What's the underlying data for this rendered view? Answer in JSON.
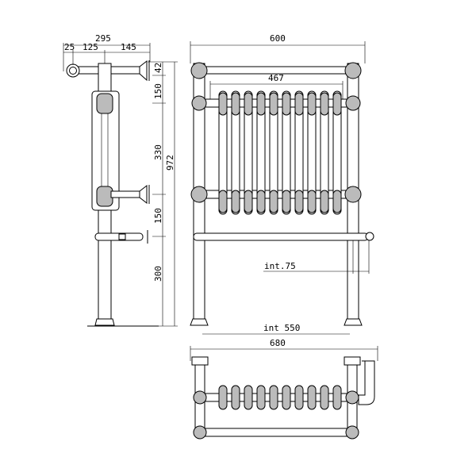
{
  "side_view": {
    "overall_depth": "295",
    "offset_wall": "25",
    "offset_mid": "125",
    "offset_end": "145",
    "bracket_height": "42",
    "top_spacing": "150",
    "radiator_height": "330",
    "overall_height": "972",
    "lower_spacing": "150",
    "leg_height": "300"
  },
  "front_view": {
    "overall_width": "600",
    "radiator_width": "467",
    "valve_offset": "int.75",
    "internal_width": "int 550",
    "total_width": "680"
  }
}
